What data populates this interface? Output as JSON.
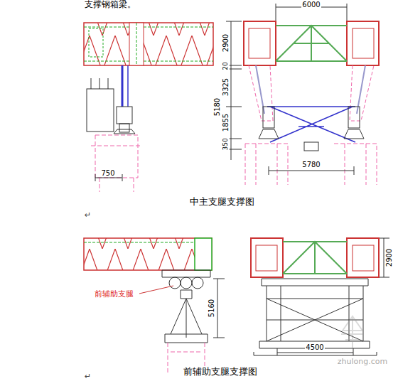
{
  "diagram": {
    "labels": [
      "支撑钢箱梁。",
      "6000",
      "2900",
      "20",
      "3325",
      "5180",
      "1855",
      "350",
      "5780",
      "750",
      "中主支腿支撑图",
      "↵",
      "前辅助支腿",
      "2900",
      "5160",
      "4500",
      "前辅助支腿支撑图",
      "↵",
      "zhulong.com"
    ]
  }
}
